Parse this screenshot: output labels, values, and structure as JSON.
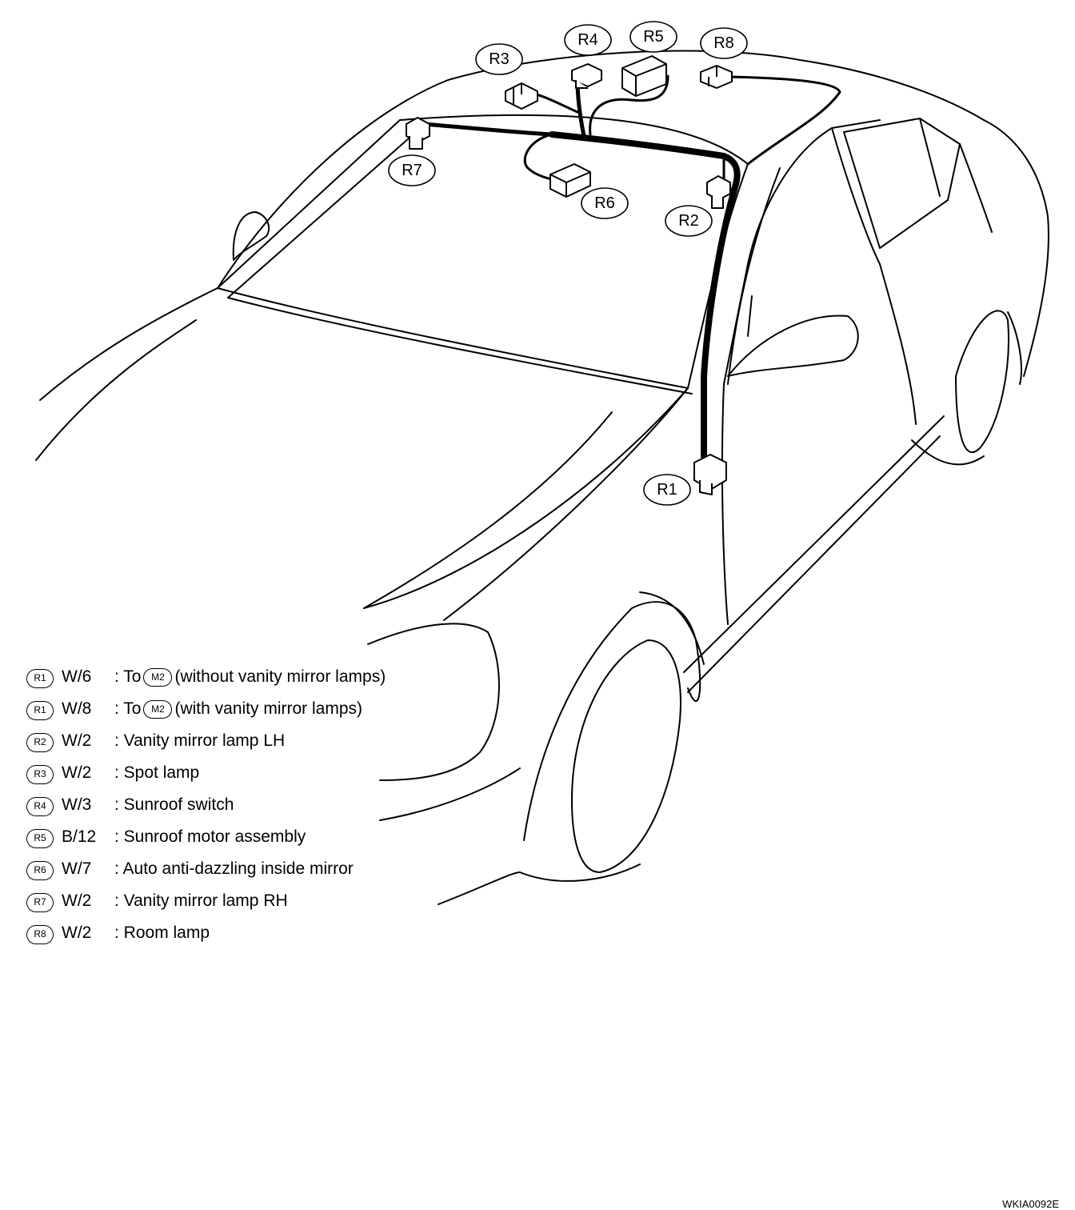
{
  "callouts": {
    "r1": "R1",
    "r2": "R2",
    "r3": "R3",
    "r4": "R4",
    "r5": "R5",
    "r6": "R6",
    "r7": "R7",
    "r8": "R8"
  },
  "legend": [
    {
      "badge": "R1",
      "code": "W/6",
      "prefix": ": To",
      "ref_badge": "M2",
      "text": "(without vanity mirror lamps)"
    },
    {
      "badge": "R1",
      "code": "W/8",
      "prefix": ": To",
      "ref_badge": "M2",
      "text": "(with vanity mirror lamps)"
    },
    {
      "badge": "R2",
      "code": "W/2",
      "text": ": Vanity mirror lamp LH"
    },
    {
      "badge": "R3",
      "code": "W/2",
      "text": ": Spot lamp"
    },
    {
      "badge": "R4",
      "code": "W/3",
      "text": ": Sunroof switch"
    },
    {
      "badge": "R5",
      "code": "B/12",
      "text": ": Sunroof motor assembly"
    },
    {
      "badge": "R6",
      "code": "W/7",
      "text": ": Auto anti-dazzling inside mirror"
    },
    {
      "badge": "R7",
      "code": "W/2",
      "text": ": Vanity mirror lamp RH"
    },
    {
      "badge": "R8",
      "code": "W/2",
      "text": ": Room lamp"
    }
  ],
  "figure_id": "WKIA0092E"
}
